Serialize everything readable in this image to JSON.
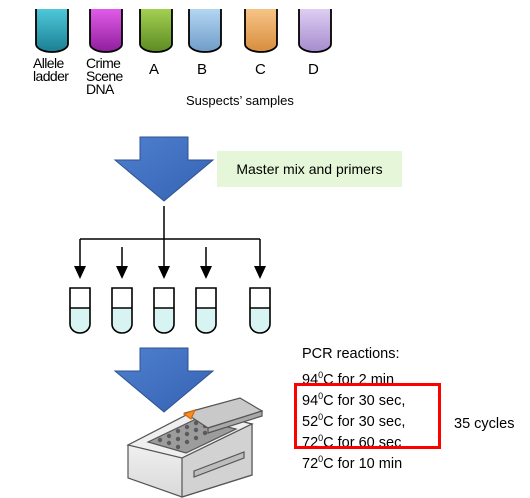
{
  "samples": {
    "tubes": [
      {
        "label": "Allele\nladder",
        "color_top": "#4ec8da",
        "color_bottom": "#1a7f92"
      },
      {
        "label": "Crime\nScene\nDNA",
        "color_top": "#e25be8",
        "color_bottom": "#8e1e9c"
      },
      {
        "label": "A",
        "color_top": "#a3cf52",
        "color_bottom": "#5c8b22"
      },
      {
        "label": "B",
        "color_top": "#b3d6f2",
        "color_bottom": "#6f9cc8"
      },
      {
        "label": "C",
        "color_top": "#f7c487",
        "color_bottom": "#d78d3d"
      },
      {
        "label": "D",
        "color_top": "#dfcdf2",
        "color_bottom": "#a58ccd"
      }
    ],
    "group_label": "Suspects’ samples"
  },
  "master_mix_label": "Master mix and primers",
  "pcr": {
    "title": "PCR reactions:",
    "steps": [
      {
        "temp": "94",
        "unit": "0",
        "rest": "C for 2 min"
      },
      {
        "temp": "94",
        "unit": "0",
        "rest": "C for 30 sec,"
      },
      {
        "temp": "52",
        "unit": "0",
        "rest": "C for 30 sec,"
      },
      {
        "temp": "72",
        "unit": "0",
        "rest": "C for 60 sec"
      },
      {
        "temp": "72",
        "unit": "0",
        "rest": "C for 10 min"
      }
    ],
    "cycles_label": "35 cycles"
  },
  "colors": {
    "arrow": "#4472c4",
    "tube_liquid": "#d7f4f2",
    "cycle_box": "#ff0000",
    "master_box_bg": "#e5f7d8"
  }
}
